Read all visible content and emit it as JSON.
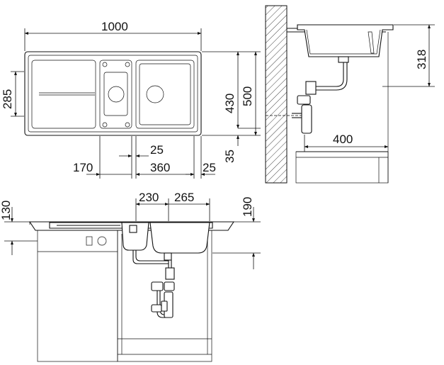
{
  "dimensions": {
    "overall_width": "1000",
    "overall_depth": "500",
    "inner_depth": "430",
    "bowl_depth": "285",
    "front_offset": "35",
    "top_offset_small": "25",
    "drainer_offset": "170",
    "main_bowl_width": "360",
    "right_offset": "25",
    "cabinet_depth": "400",
    "bowl_height": "318",
    "small_bowl_width": "230",
    "large_bowl_width": "265",
    "worktop_thickness": "130",
    "bowl_drop": "190"
  }
}
